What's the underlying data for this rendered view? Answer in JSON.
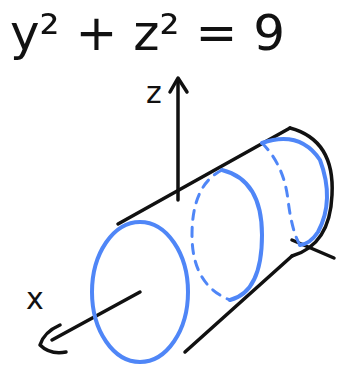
{
  "diagram": {
    "labels": [
      "y² + z² = 9",
      "z",
      "x"
    ]
  }
}
